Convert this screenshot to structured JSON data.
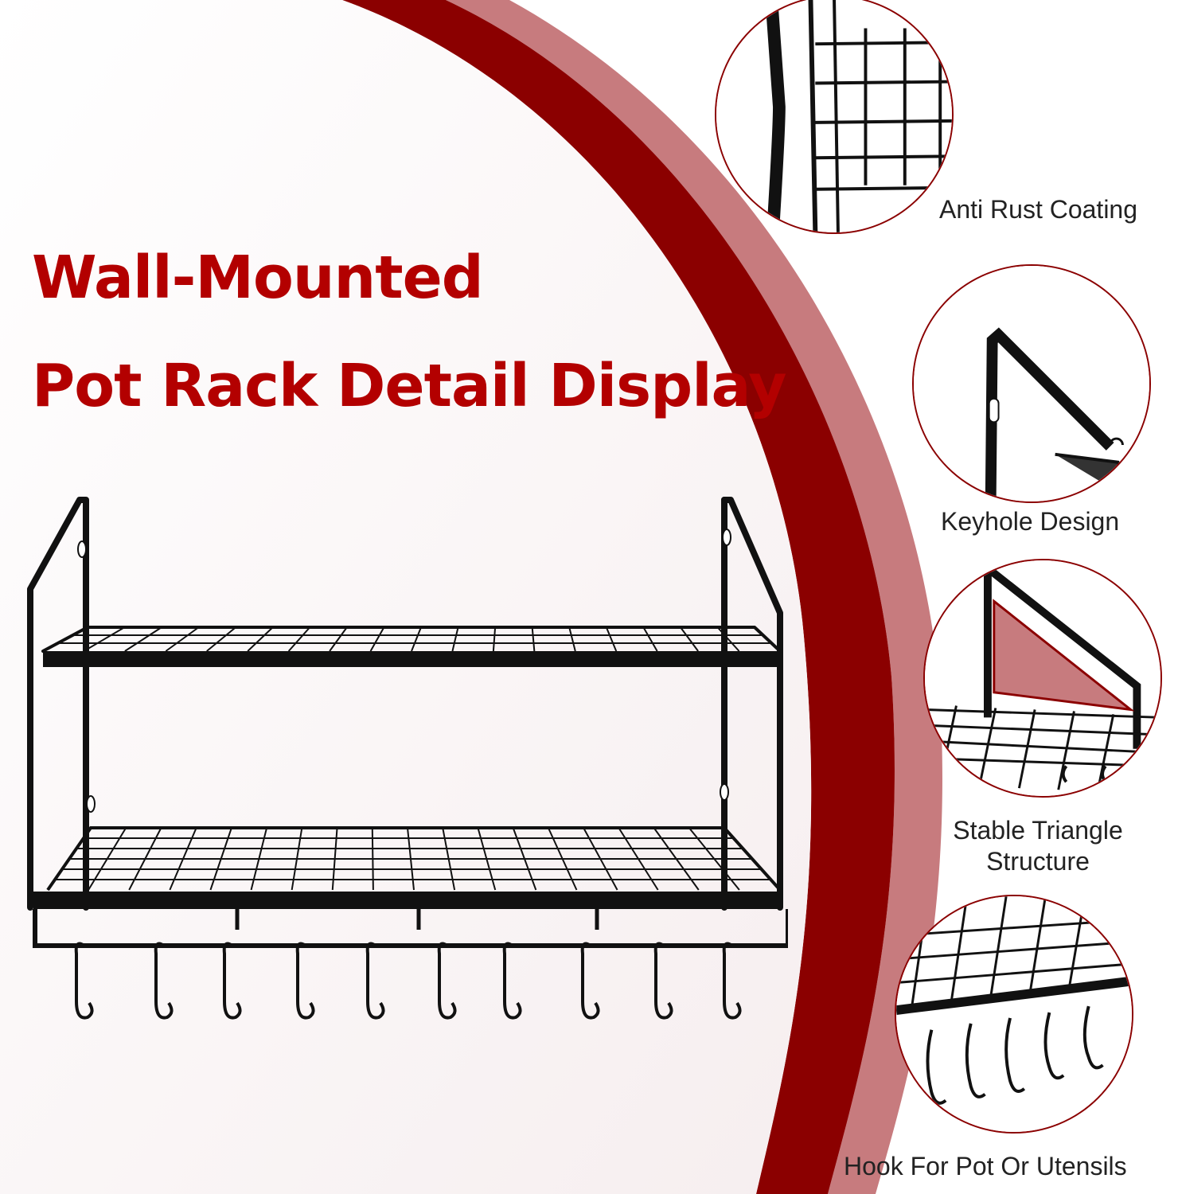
{
  "headline": {
    "line1": "Wall-Mounted",
    "line2": "Pot Rack Detail Display"
  },
  "features": [
    {
      "label": "Anti Rust Coating",
      "icon": "grid-corner-detail"
    },
    {
      "label": "Keyhole Design",
      "icon": "keyhole-bracket-detail"
    },
    {
      "label": "Stable Triangle\nStructure",
      "icon": "triangle-bracket-detail"
    },
    {
      "label": "Hook For Pot Or Utensils",
      "icon": "s-hooks-detail"
    }
  ],
  "colors": {
    "accent": "#b30000",
    "band": "#8b0000",
    "band_light": "#c77b7e",
    "metal": "#111111"
  }
}
